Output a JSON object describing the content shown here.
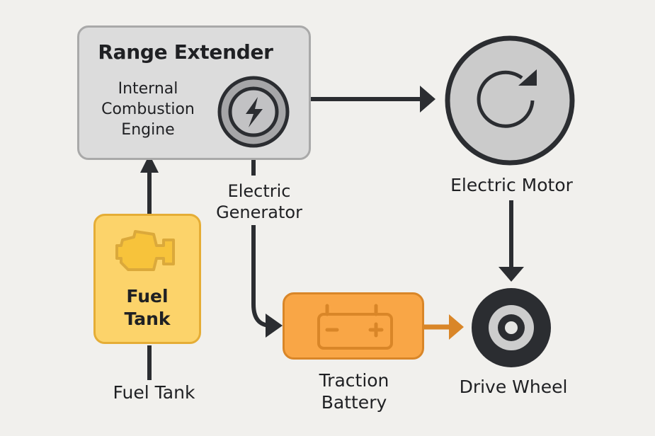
{
  "title": "Range Extender Electric Vehicle Powertrain",
  "components": {
    "range_extender": {
      "title": "Range Extender",
      "engine_label": "Internal Combustion Engine",
      "engine_label_lines": [
        "Internal",
        "Combustion",
        "Engine"
      ],
      "generator_icon": "lightning-bolt-icon"
    },
    "electric_generator": {
      "label_lines": [
        "Electric",
        "Generator"
      ]
    },
    "electric_motor": {
      "label": "Electric Motor",
      "icon": "rotation-arrow-icon"
    },
    "fuel_tank_box": {
      "label_lines": [
        "Fuel",
        "Tank"
      ],
      "icon": "engine-icon"
    },
    "fuel_tank_caption": {
      "label": "Fuel Tank"
    },
    "traction_battery": {
      "label_lines": [
        "Traction",
        "Battery"
      ],
      "icon": "battery-icon",
      "minus": "−",
      "plus": "+"
    },
    "drive_wheel": {
      "label": "Drive Wheel",
      "icon": "wheel-icon"
    }
  },
  "connections": [
    {
      "from": "Fuel Tank",
      "to": "Range Extender"
    },
    {
      "from": "Electric Generator",
      "to": "Electric Motor"
    },
    {
      "from": "Electric Generator",
      "to": "Traction Battery"
    },
    {
      "from": "Traction Battery",
      "to": "Drive Wheel"
    },
    {
      "from": "Electric Motor",
      "to": "Drive Wheel"
    }
  ],
  "colors": {
    "background": "#f1f0ed",
    "range_extender_fill": "#dcdcdc",
    "fuel_tank_fill": "#fcd36a",
    "battery_fill": "#f9a646",
    "battery_arrow": "#d98628",
    "dark": "#2b2d31"
  }
}
